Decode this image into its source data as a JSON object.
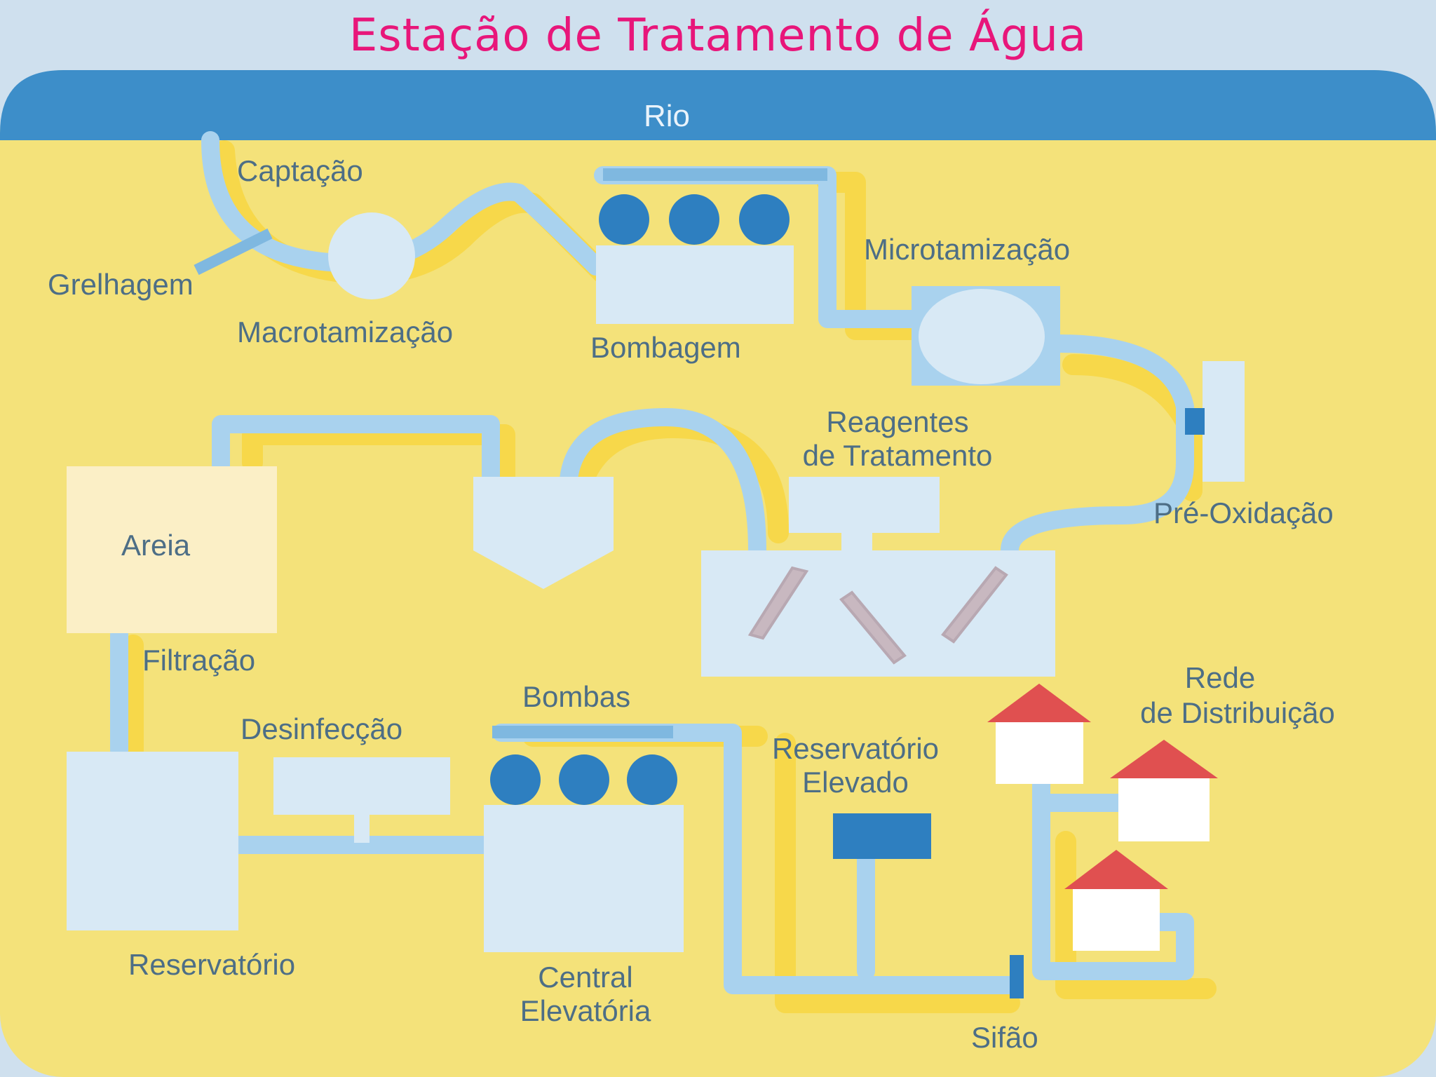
{
  "title": "Estação de Tratamento de Água",
  "colors": {
    "title": "#e8167a",
    "river": "#3d8ec9",
    "land": "#f4e27a",
    "pipe": "#a9d2ee",
    "box": "#d8e9f5",
    "sand": "#fbefc6",
    "pump": "#2e7fc0",
    "roof": "#e05050",
    "label": "#4d6e86"
  },
  "labels": {
    "rio": "Rio",
    "captacao": "Captação",
    "grelhagem": "Grelhagem",
    "macrotamizacao": "Macrotamização",
    "bombagem": "Bombagem",
    "microtamizacao": "Microtamização",
    "pre_oxidacao": "Pré-Oxidação",
    "reagentes_1": "Reagentes",
    "reagentes_2": "de Tratamento",
    "areia": "Areia",
    "filtracao": "Filtração",
    "desinfeccao": "Desinfecção",
    "bombas": "Bombas",
    "reservatorio": "Reservatório",
    "central_1": "Central",
    "central_2": "Elevatória",
    "res_elevado_1": "Reservatório",
    "res_elevado_2": "Elevado",
    "rede_1": "Rede",
    "rede_2": "de Distribuição",
    "sifao": "Sifão"
  }
}
